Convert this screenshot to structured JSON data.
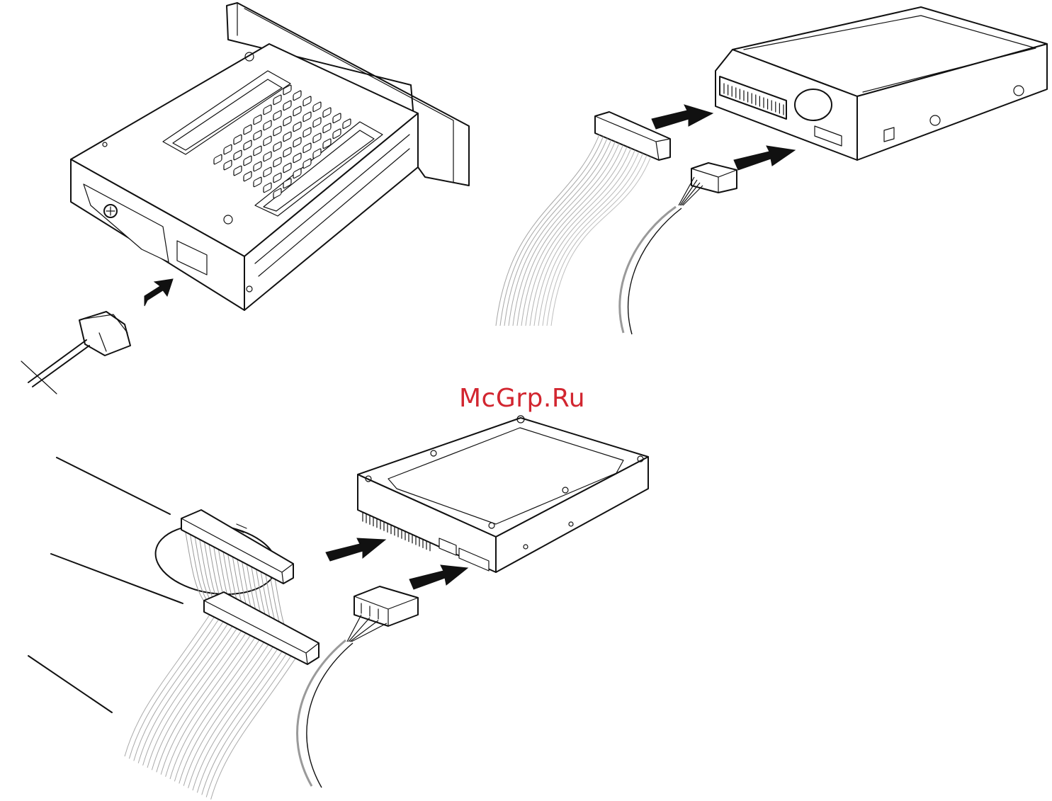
{
  "watermark": {
    "text": "McGrp.Ru",
    "color": "#d22630"
  },
  "figures": [
    {
      "id": "drive-bay-cage",
      "icon": "drive-cage-icon"
    },
    {
      "id": "floppy-drive",
      "icon": "floppy-drive-icon"
    },
    {
      "id": "hard-disk-drive",
      "icon": "hard-disk-icon"
    }
  ],
  "colors": {
    "line": "#111111",
    "background": "#ffffff",
    "cable": "#9a9a9a"
  }
}
